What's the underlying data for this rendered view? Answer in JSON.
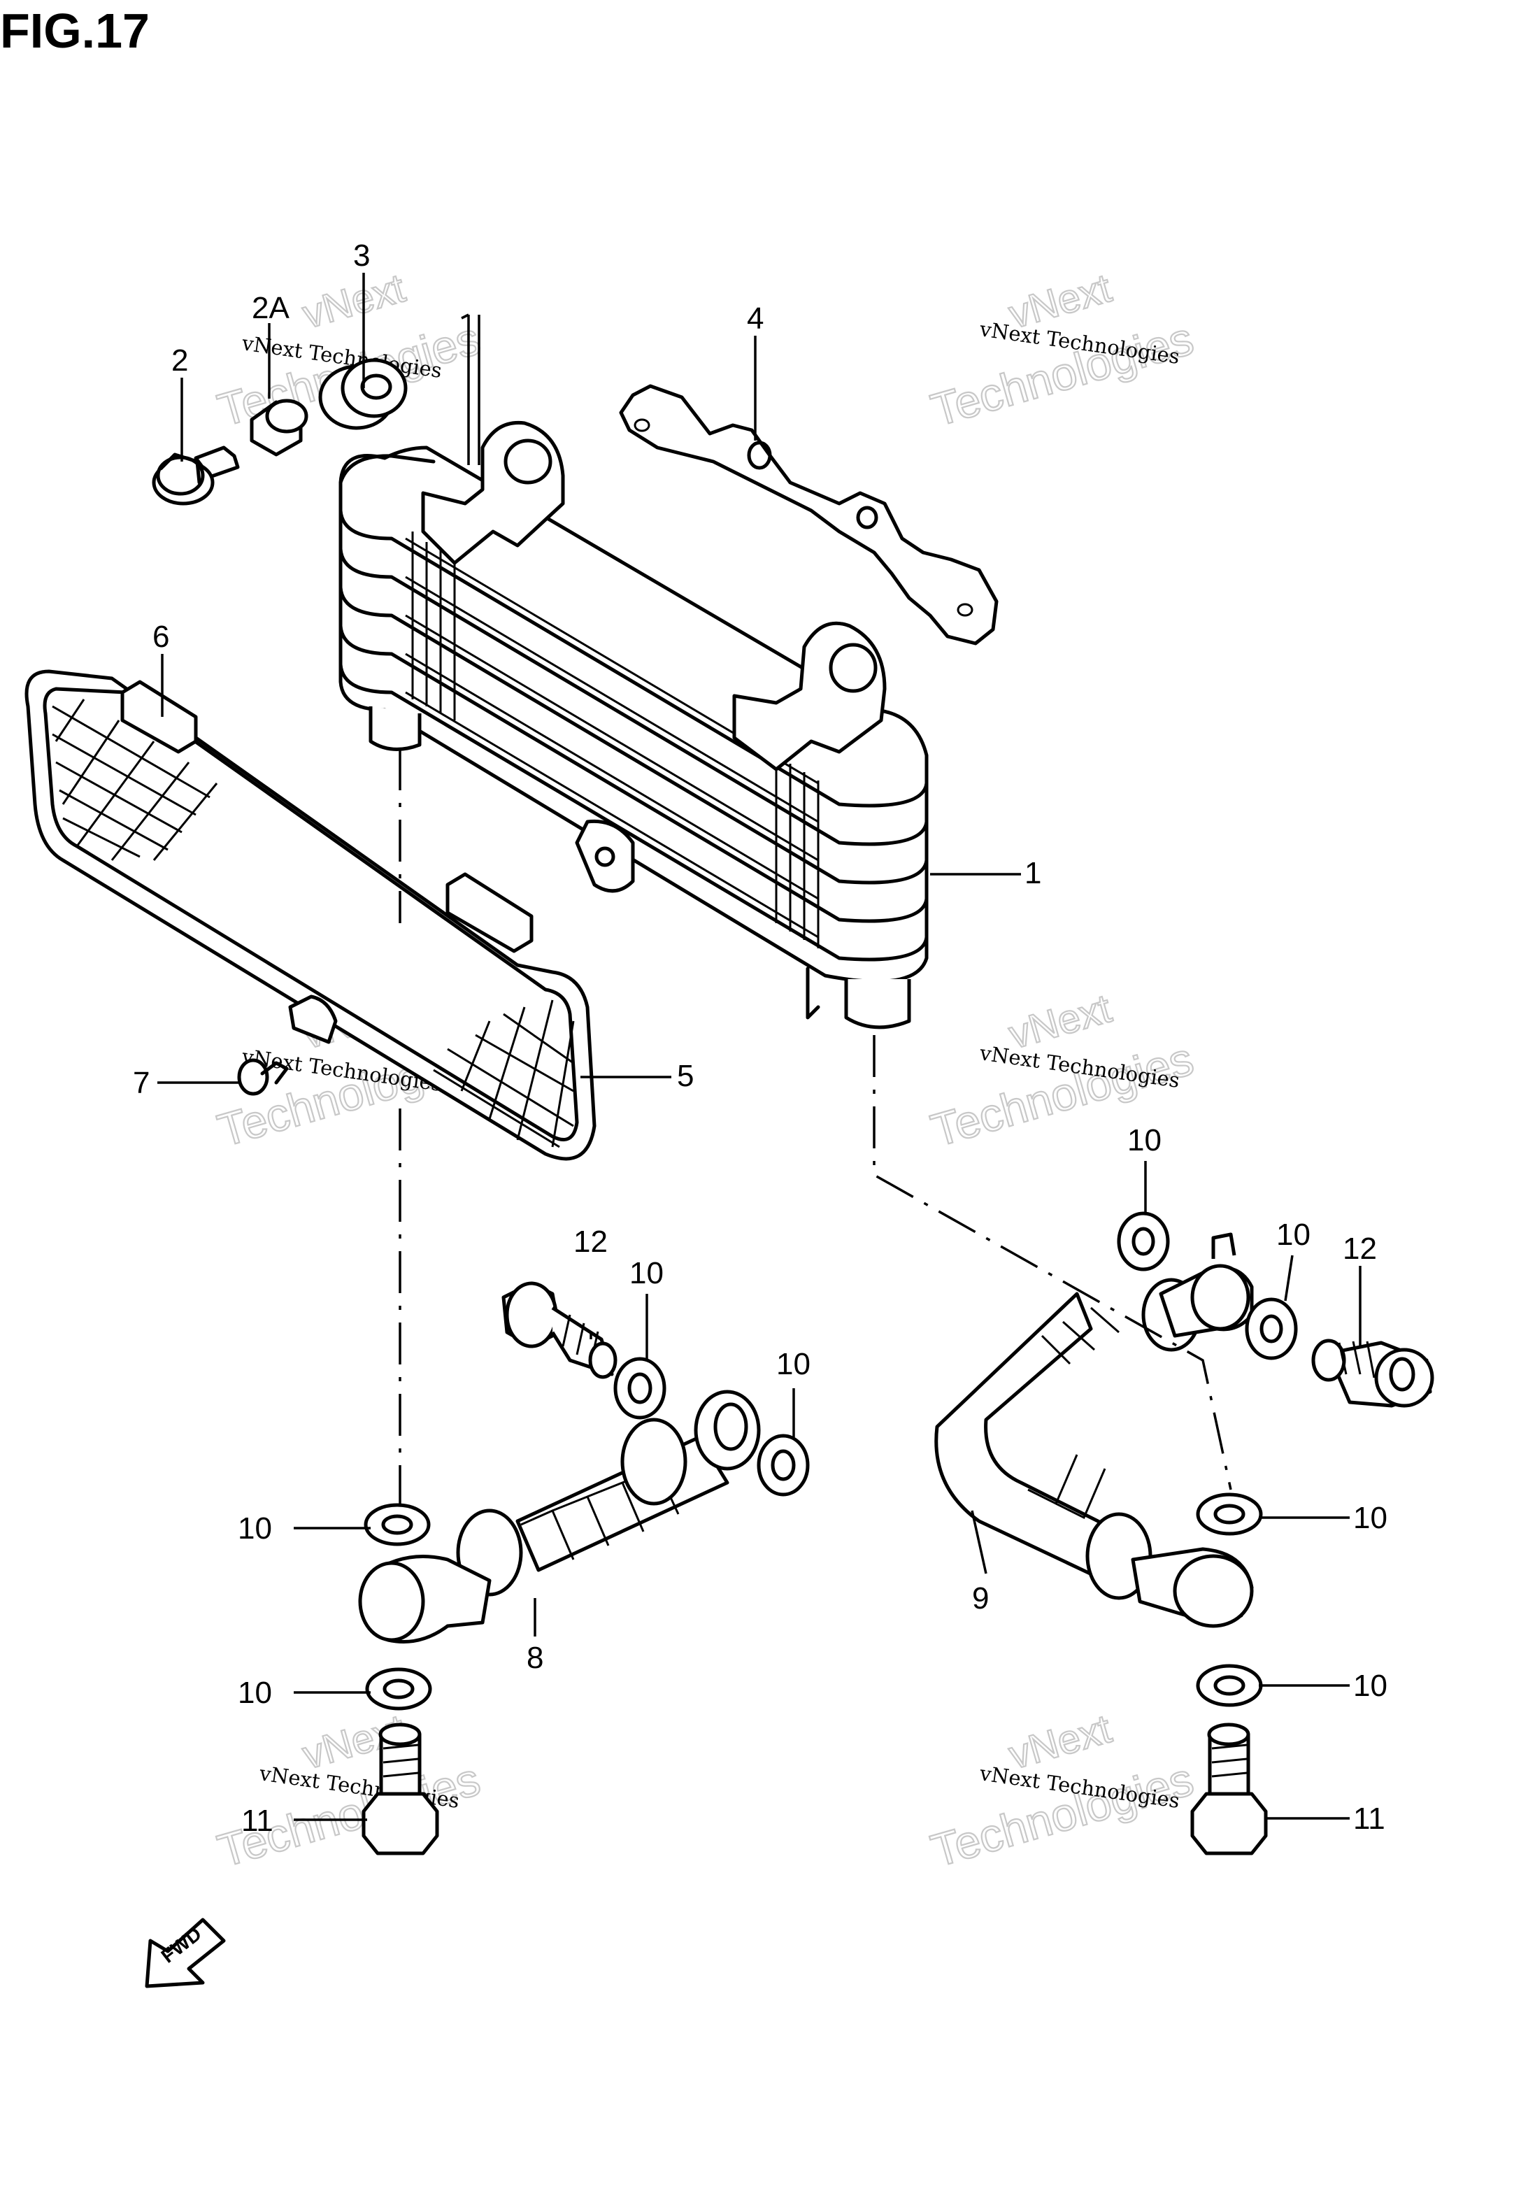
{
  "figure": {
    "title": "FIG.17"
  },
  "callouts": {
    "c1": "1",
    "c2": "2",
    "c2a": "2A",
    "c3": "3",
    "c4": "4",
    "c5": "5",
    "c6": "6",
    "c7": "7",
    "c8": "8",
    "c9": "9",
    "c10": "10",
    "c11": "11",
    "c12": "12"
  },
  "watermark": {
    "line1": "vNext Technologies",
    "line2": "Technologies",
    "line3": "vNext"
  },
  "direction_arrow": {
    "label": "FWD"
  }
}
